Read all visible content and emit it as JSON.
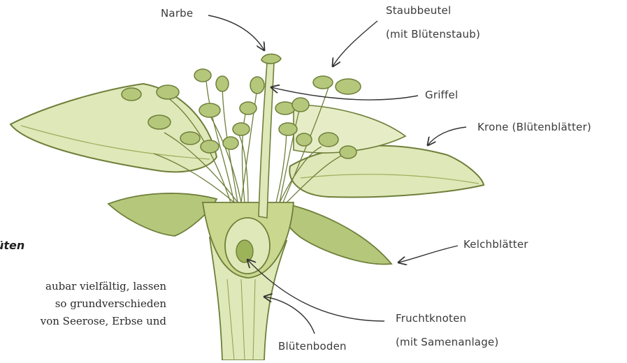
{
  "labels": {
    "narbe": "Narbe",
    "staubbeutel_1": "Staubbeutel",
    "staubbeutel_2": "(mit Blütenstaub)",
    "griffel": "Griffel",
    "krone": "Krone (Blütenblätter)",
    "kelch": "Kelchblätter",
    "frucht_1": "Fruchtknoten",
    "frucht_2": "(mit Samenanlage)",
    "boden": "Blütenboden"
  },
  "text": {
    "heading": "üten",
    "lines": [
      "aubar vielfältig, lassen",
      "so grundverschieden",
      "von Seerose, Erbse und",
      ""
    ]
  },
  "colors": {
    "leaf_fill": "#b5c77a",
    "leaf_light": "#dfe8b8",
    "outline": "#6e7f3a",
    "arrow": "#333333"
  }
}
